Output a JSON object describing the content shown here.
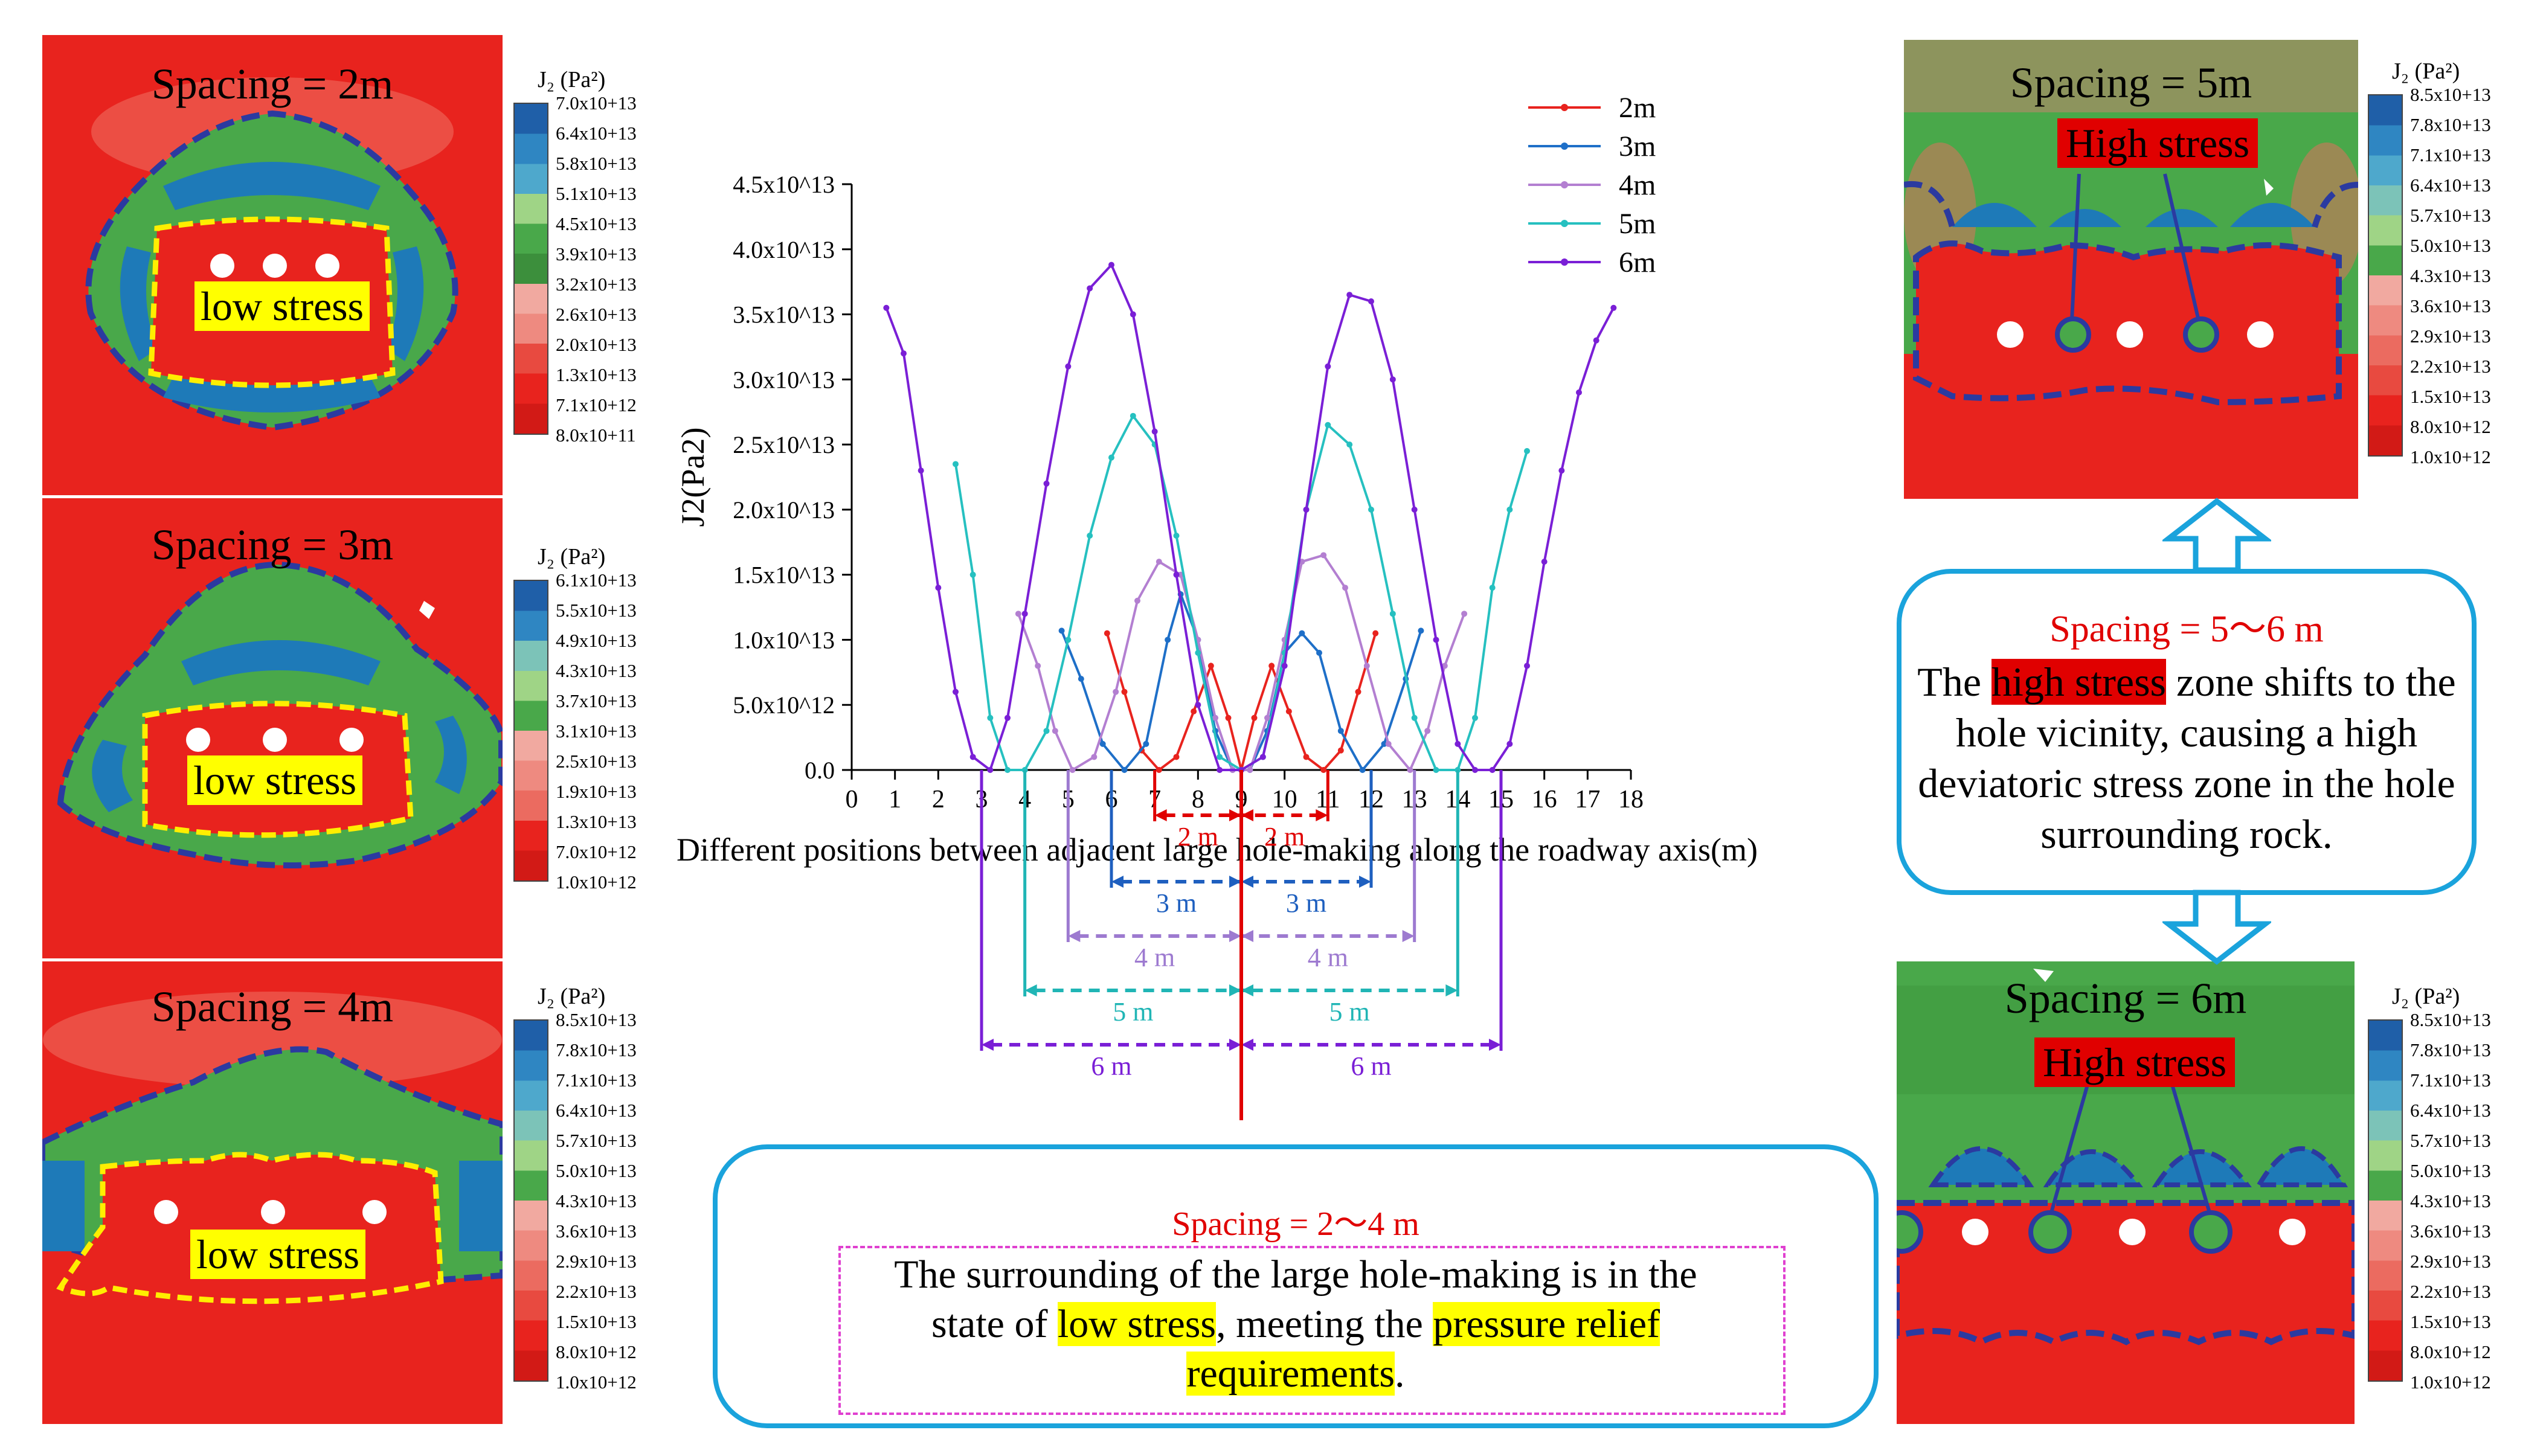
{
  "panels": {
    "p2": {
      "title": "Spacing = 2m",
      "tag": "low stress"
    },
    "p3": {
      "title": "Spacing = 3m",
      "tag": "low stress"
    },
    "p4": {
      "title": "Spacing = 4m",
      "tag": "low stress"
    },
    "p5": {
      "title": "Spacing = 5m",
      "tag": "High stress"
    },
    "p6": {
      "title": "Spacing = 6m",
      "tag": "High stress"
    }
  },
  "colorbar_title": "J₂ (Pa²)",
  "colorbars": {
    "c2": {
      "ticks": [
        "7.0x10+13",
        "6.4x10+13",
        "5.8x10+13",
        "5.1x10+13",
        "4.5x10+13",
        "3.9x10+13",
        "3.2x10+13",
        "2.6x10+13",
        "2.0x10+13",
        "1.3x10+13",
        "7.1x10+12",
        "8.0x10+11"
      ]
    },
    "c3": {
      "ticks": [
        "6.1x10+13",
        "5.5x10+13",
        "4.9x10+13",
        "4.3x10+13",
        "3.7x10+13",
        "3.1x10+13",
        "2.5x10+13",
        "1.9x10+13",
        "1.3x10+13",
        "7.0x10+12",
        "1.0x10+12"
      ]
    },
    "c4": {
      "ticks": [
        "8.5x10+13",
        "7.8x10+13",
        "7.1x10+13",
        "6.4x10+13",
        "5.7x10+13",
        "5.0x10+13",
        "4.3x10+13",
        "3.6x10+13",
        "2.9x10+13",
        "2.2x10+13",
        "1.5x10+13",
        "8.0x10+12",
        "1.0x10+12"
      ]
    },
    "c5": {
      "ticks": [
        "8.5x10+13",
        "7.8x10+13",
        "7.1x10+13",
        "6.4x10+13",
        "5.7x10+13",
        "5.0x10+13",
        "4.3x10+13",
        "3.6x10+13",
        "2.9x10+13",
        "2.2x10+13",
        "1.5x10+13",
        "8.0x10+12",
        "1.0x10+12"
      ]
    },
    "c6": {
      "ticks": [
        "8.5x10+13",
        "7.8x10+13",
        "7.1x10+13",
        "6.4x10+13",
        "5.7x10+13",
        "5.0x10+13",
        "4.3x10+13",
        "3.6x10+13",
        "2.9x10+13",
        "2.2x10+13",
        "1.5x10+13",
        "8.0x10+12",
        "1.0x10+12"
      ]
    }
  },
  "colors": {
    "red": "#e8231e",
    "green": "#49a84a",
    "blue": "#1e7ab8",
    "low_tag": "#ffff00",
    "high_tag": "#e00000",
    "frame": "#1aa3dc",
    "dash_blue": "#2b3aa0",
    "dash_yellow": "#ffee00"
  },
  "box_low": {
    "heading": "Spacing = 2～4 m",
    "line1": "The surrounding of the large hole-making is in the",
    "line2_a": "state of ",
    "line2_hl1": "low stress",
    "line2_b": ", meeting the ",
    "line2_hl2": "pressure relief",
    "line3_hl": "requirements",
    "line3_b": "."
  },
  "box_high": {
    "heading": "Spacing = 5～6 m",
    "line1_a": "The ",
    "line1_hl": "high stress",
    "line1_b": " zone shifts to the",
    "line2": "hole vicinity, causing a high",
    "line3": "deviatoric stress zone in the hole",
    "line4": "surrounding rock."
  },
  "chart_data": {
    "type": "line",
    "title": "",
    "xlabel": "Different positions between adjacent large hole-making along the roadway axis(m)",
    "ylabel": "J2(Pa2)",
    "xlim": [
      0,
      18
    ],
    "ylim": [
      0,
      45000000000000.0
    ],
    "x_ticks": [
      "0",
      "1",
      "2",
      "3",
      "4",
      "5",
      "6",
      "7",
      "8",
      "9",
      "10",
      "11",
      "12",
      "13",
      "14",
      "15",
      "16",
      "17",
      "18"
    ],
    "y_ticks": [
      "0.0",
      "5.0x10^12",
      "1.0x10^13",
      "1.5x10^13",
      "2.0x10^13",
      "2.5x10^13",
      "3.0x10^13",
      "3.5x10^13",
      "4.0x10^13",
      "4.5x10^13"
    ],
    "legend_position": "top-right",
    "series": [
      {
        "name": "2m",
        "color": "#e8231e",
        "x": [
          5.9,
          6.3,
          6.7,
          7.1,
          7.5,
          7.9,
          8.3,
          8.7,
          9.0,
          9.3,
          9.7,
          10.1,
          10.5,
          10.9,
          11.3,
          11.7,
          12.1
        ],
        "y": [
          10500000000000.0,
          6000000000000.0,
          1500000000000.0,
          0,
          1000000000000.0,
          4500000000000.0,
          8000000000000.0,
          4000000000000.0,
          0,
          4000000000000.0,
          8000000000000.0,
          4500000000000.0,
          1000000000000.0,
          0,
          1500000000000.0,
          6000000000000.0,
          10500000000000.0
        ]
      },
      {
        "name": "3m",
        "color": "#1e6fc8",
        "x": [
          4.85,
          5.3,
          5.8,
          6.3,
          6.8,
          7.3,
          7.6,
          8.0,
          8.4,
          8.8,
          9.0,
          9.2,
          9.6,
          10.0,
          10.4,
          10.8,
          11.3,
          11.8,
          12.3,
          12.8,
          13.15
        ],
        "y": [
          10700000000000.0,
          7000000000000.0,
          2000000000000.0,
          0,
          2000000000000.0,
          10000000000000.0,
          13500000000000.0,
          10000000000000.0,
          3000000000000.0,
          0,
          0,
          0,
          3000000000000.0,
          9000000000000.0,
          10500000000000.0,
          9000000000000.0,
          3000000000000.0,
          0,
          2000000000000.0,
          7000000000000.0,
          10700000000000.0
        ]
      },
      {
        "name": "4m",
        "color": "#b37fd1",
        "x": [
          3.85,
          4.3,
          4.7,
          5.1,
          5.6,
          6.1,
          6.6,
          7.1,
          7.6,
          8.0,
          8.4,
          8.8,
          9.0,
          9.2,
          9.6,
          10.0,
          10.4,
          10.9,
          11.4,
          11.9,
          12.4,
          12.9,
          13.3,
          13.7,
          14.15
        ],
        "y": [
          12000000000000.0,
          8000000000000.0,
          3000000000000.0,
          0,
          1000000000000.0,
          6000000000000.0,
          13000000000000.0,
          16000000000000.0,
          15000000000000.0,
          10000000000000.0,
          4000000000000.0,
          0,
          0,
          0,
          4000000000000.0,
          10000000000000.0,
          16000000000000.0,
          16500000000000.0,
          14000000000000.0,
          8000000000000.0,
          2000000000000.0,
          0,
          3000000000000.0,
          8000000000000.0,
          12000000000000.0
        ]
      },
      {
        "name": "5m",
        "color": "#26c0c0",
        "x": [
          2.4,
          2.8,
          3.2,
          3.6,
          4.0,
          4.5,
          5.0,
          5.5,
          6.0,
          6.5,
          7.0,
          7.5,
          8.0,
          8.5,
          9.0,
          9.5,
          10.0,
          10.5,
          11.0,
          11.5,
          12.0,
          12.5,
          13.0,
          13.5,
          14.0,
          14.4,
          14.8,
          15.2,
          15.6
        ],
        "y": [
          23500000000000.0,
          15000000000000.0,
          4000000000000.0,
          0,
          0,
          3000000000000.0,
          10000000000000.0,
          18000000000000.0,
          24000000000000.0,
          27200000000000.0,
          25000000000000.0,
          18000000000000.0,
          9000000000000.0,
          1000000000000.0,
          0,
          1000000000000.0,
          9000000000000.0,
          20000000000000.0,
          26500000000000.0,
          25000000000000.0,
          20000000000000.0,
          12000000000000.0,
          4000000000000.0,
          0,
          0,
          4000000000000.0,
          14000000000000.0,
          20000000000000.0,
          24500000000000.0
        ]
      },
      {
        "name": "6m",
        "color": "#7a1fd6",
        "x": [
          0.8,
          1.2,
          1.6,
          2.0,
          2.4,
          2.8,
          3.2,
          3.6,
          4.0,
          4.5,
          5.0,
          5.5,
          6.0,
          6.5,
          7.0,
          7.5,
          8.0,
          8.5,
          9.0,
          9.5,
          10.0,
          10.5,
          11.0,
          11.5,
          12.0,
          12.5,
          13.0,
          13.5,
          14.0,
          14.4,
          14.8,
          15.2,
          15.6,
          16.0,
          16.4,
          16.8,
          17.2,
          17.6
        ],
        "y": [
          35500000000000.0,
          32000000000000.0,
          23000000000000.0,
          14000000000000.0,
          6000000000000.0,
          1000000000000.0,
          0,
          4000000000000.0,
          12000000000000.0,
          22000000000000.0,
          31000000000000.0,
          37000000000000.0,
          38800000000000.0,
          35000000000000.0,
          26000000000000.0,
          15000000000000.0,
          5000000000000.0,
          0,
          0,
          1000000000000.0,
          8000000000000.0,
          20000000000000.0,
          31000000000000.0,
          36500000000000.0,
          36000000000000.0,
          30000000000000.0,
          20000000000000.0,
          10000000000000.0,
          2000000000000.0,
          0,
          0,
          2000000000000.0,
          8000000000000.0,
          16000000000000.0,
          23000000000000.0,
          29000000000000.0,
          33000000000000.0,
          35500000000000.0
        ]
      }
    ],
    "spans": [
      {
        "label": "2 m",
        "left": 7,
        "center": 9,
        "right": 11,
        "color": "#e00000"
      },
      {
        "label": "3 m",
        "left": 6,
        "center": 9,
        "right": 12,
        "color": "#1e5fbf"
      },
      {
        "label": "4 m",
        "left": 5,
        "center": 9,
        "right": 13,
        "color": "#9d7ad0"
      },
      {
        "label": "5 m",
        "left": 4,
        "center": 9,
        "right": 14,
        "color": "#20b5b5"
      },
      {
        "label": "6 m",
        "left": 3,
        "center": 9,
        "right": 15,
        "color": "#7a1fd6"
      }
    ]
  }
}
